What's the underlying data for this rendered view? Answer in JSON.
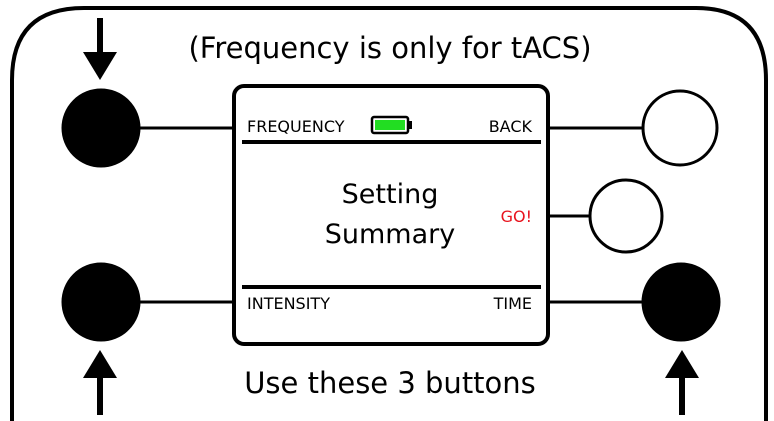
{
  "top_note": "(Frequency is only for tACS)",
  "bottom_note": "Use these 3 buttons",
  "screen": {
    "top_left_label": "FREQUENCY",
    "top_right_label": "BACK",
    "center_line1": "Setting",
    "center_line2": "Summary",
    "go_label": "GO!",
    "bottom_left_label": "INTENSITY",
    "bottom_right_label": "TIME",
    "battery_icon": "battery-full-icon"
  },
  "colors": {
    "outline": "#000000",
    "filled_button": "#000000",
    "empty_button": "#ffffff",
    "go_text": "#e8141e",
    "battery_fill": "#22dd22"
  },
  "buttons": {
    "top_left": "filled",
    "bottom_left": "filled",
    "bottom_right": "filled",
    "top_right": "empty",
    "middle_right": "empty"
  }
}
